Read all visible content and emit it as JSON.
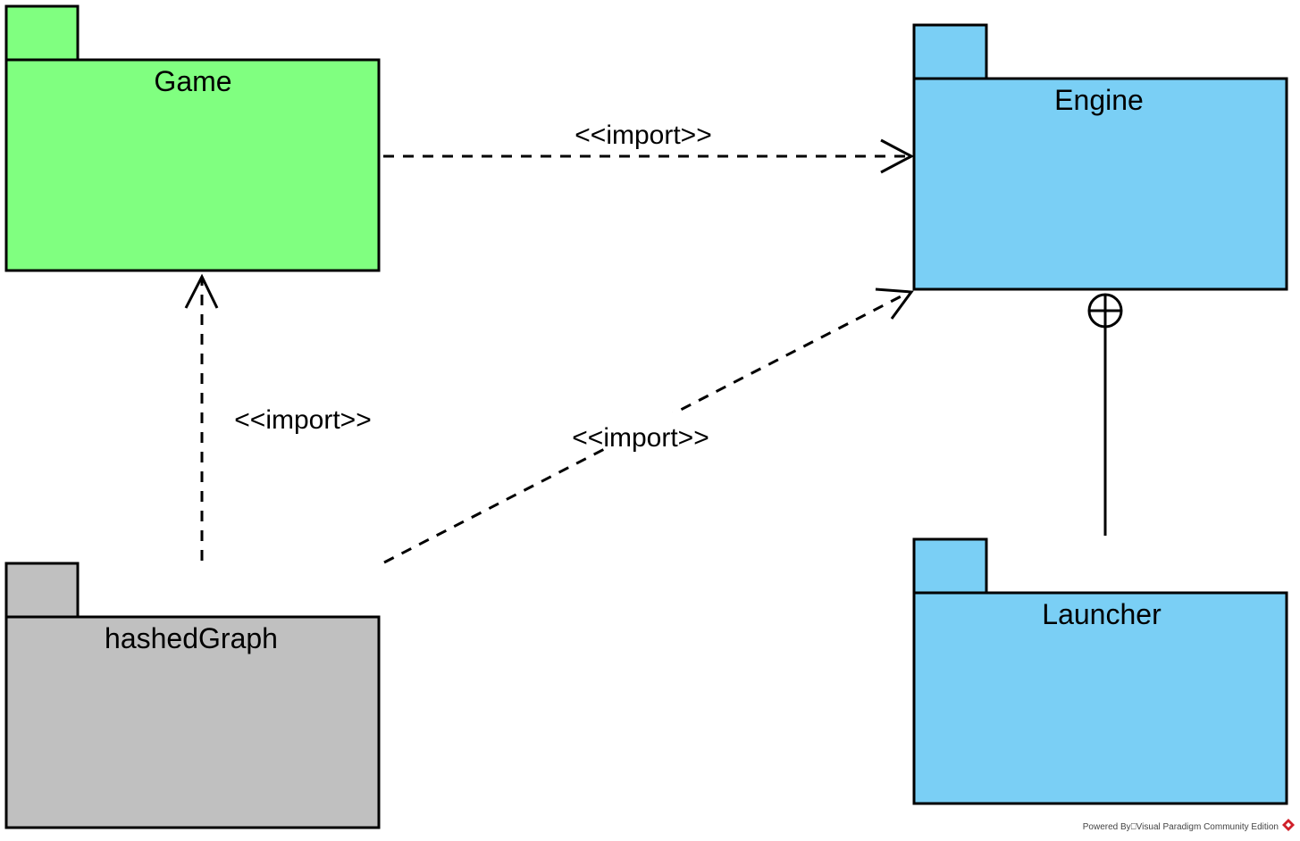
{
  "packages": {
    "game": {
      "name": "Game",
      "color": "#80ff80"
    },
    "engine": {
      "name": "Engine",
      "color": "#7acff5"
    },
    "hashed_graph": {
      "name": "hashedGraph",
      "color": "#c0c0c0"
    },
    "launcher": {
      "name": "Launcher",
      "color": "#7acff5"
    }
  },
  "dependencies": [
    {
      "from": "Game",
      "to": "Engine",
      "label": "<<import>>"
    },
    {
      "from": "hashedGraph",
      "to": "Game",
      "label": "<<import>>"
    },
    {
      "from": "hashedGraph",
      "to": "Engine",
      "label": "<<import>>"
    }
  ],
  "containment": {
    "from": "Launcher",
    "to": "Engine",
    "icon": "containment-circle-plus-icon"
  },
  "footer": {
    "text": "Powered By⎕Visual Paradigm Community Edition",
    "logo_icon": "visual-paradigm-logo-icon",
    "logo_color": "#d0202a"
  }
}
